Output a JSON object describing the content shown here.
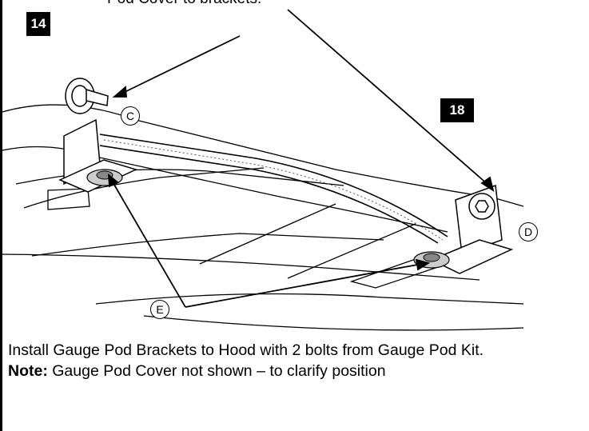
{
  "figure": {
    "top_caption": "Pod Cover to brackets.",
    "step_badges": {
      "left": "14",
      "right": "18"
    },
    "callouts": {
      "c": "C",
      "d": "D",
      "e": "E"
    }
  },
  "instructions": {
    "line1": "Install Gauge Pod Brackets to Hood with 2 bolts from Gauge Pod Kit.",
    "note_label": "Note:",
    "note_text": " Gauge Pod Cover not shown – to clarify position"
  }
}
